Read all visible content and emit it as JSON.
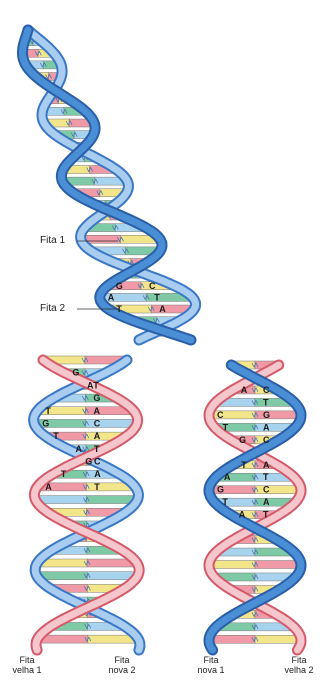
{
  "labels": {
    "fita1": "Fita 1",
    "fita2": "Fita 2"
  },
  "bottom_labels": [
    {
      "line1": "Fita",
      "line2": "velha 1"
    },
    {
      "line1": "Fita",
      "line2": "nova 2"
    },
    {
      "line1": "Fita",
      "line2": "nova 1"
    },
    {
      "line1": "Fita",
      "line2": "velha 2"
    }
  ],
  "bases": {
    "upper": [
      {
        "l": "G",
        "r": "C"
      },
      {
        "l": "A",
        "r": "T"
      },
      {
        "l": "T",
        "r": "A"
      }
    ],
    "left": [
      {
        "l": "G",
        "r": ""
      },
      {
        "l": "A",
        "r": "T"
      },
      {
        "l": "",
        "r": "G"
      },
      {
        "l": "T",
        "r": "A"
      },
      {
        "l": "G",
        "r": "C"
      },
      {
        "l": "T",
        "r": "A"
      },
      {
        "l": "A",
        "r": "T"
      },
      {
        "l": "G",
        "r": "C"
      },
      {
        "l": "T",
        "r": "A"
      },
      {
        "l": "A",
        "r": "T"
      }
    ],
    "right": [
      {
        "l": "A",
        "r": "C"
      },
      {
        "l": "",
        "r": "T"
      },
      {
        "l": "C",
        "r": "G"
      },
      {
        "l": "T",
        "r": "A"
      },
      {
        "l": "G",
        "r": "C"
      },
      {
        "l": "T",
        "r": "A"
      },
      {
        "l": "A",
        "r": "T"
      },
      {
        "l": "G",
        "r": "C"
      },
      {
        "l": "T",
        "r": "A"
      },
      {
        "l": "A",
        "r": "T"
      }
    ]
  },
  "colors": {
    "old_strand": "#4a8fd6",
    "old_strand_light": "#a9cdf0",
    "new_strand": "#e77a86",
    "new_strand_light": "#f5c6cc",
    "base_yellow": "#f3e58a",
    "base_green": "#7fcaa6",
    "base_pink": "#ef9aa6",
    "base_blue": "#a8d3ee"
  }
}
